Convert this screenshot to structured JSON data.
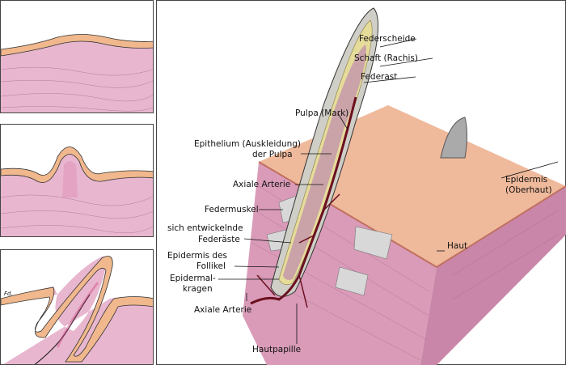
{
  "stages": [
    {
      "name": "flat-epidermis"
    },
    {
      "name": "feather-bud"
    },
    {
      "name": "follicle-forming",
      "signature": "Fd."
    }
  ],
  "main": {
    "labels": {
      "federscheide": "Federscheide",
      "schaft": "Schaft (Rachis)",
      "federast": "Federast",
      "pulpa": "Pulpa (Mark)",
      "epithelium_1": "Epithelium (Auskleidung)",
      "epithelium_2": "der Pulpa",
      "axiale_arterie_1": "Axiale Arterie",
      "federmuskel": "Federmuskel",
      "federaeste_1": "sich entwickelnde",
      "federaeste_2": "Federäste",
      "epidermis_follikel_1": "Epidermis des",
      "epidermis_follikel_2": "Follikel",
      "kragen_1": "Epidermal-",
      "kragen_2": "kragen",
      "axiale_arterie_2": "Axiale Arterie",
      "hautpapille": "Hautpapille",
      "haut": "Haut",
      "epidermis_1": "Epidermis",
      "epidermis_2": "(Oberhaut)"
    }
  },
  "colors": {
    "dermis": "#e8b6cf",
    "epidermis": "#f0b88c",
    "artery": "#6b1020",
    "feather": "#c9c6b8",
    "pulp": "#c9a3a8"
  }
}
